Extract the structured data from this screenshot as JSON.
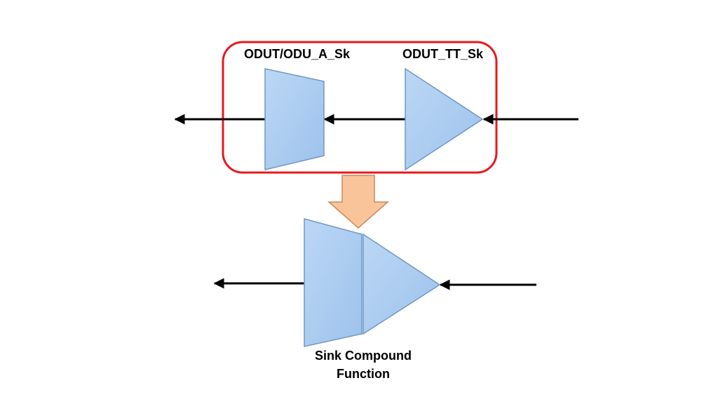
{
  "labels": {
    "adaptation_sink": "ODUT/ODU_A_Sk",
    "trail_termination_sink": "ODUT_TT_Sk"
  },
  "caption": {
    "line1": "Sink Compound",
    "line2": "Function"
  },
  "colors": {
    "shape_fill": "#a9cbf0",
    "shape_stroke": "#6e98c4",
    "grouping_border": "#e8191e",
    "transform_arrow_fill": "#f9c49a",
    "transform_arrow_stroke": "#c9895a",
    "signal_line": "#000000"
  }
}
